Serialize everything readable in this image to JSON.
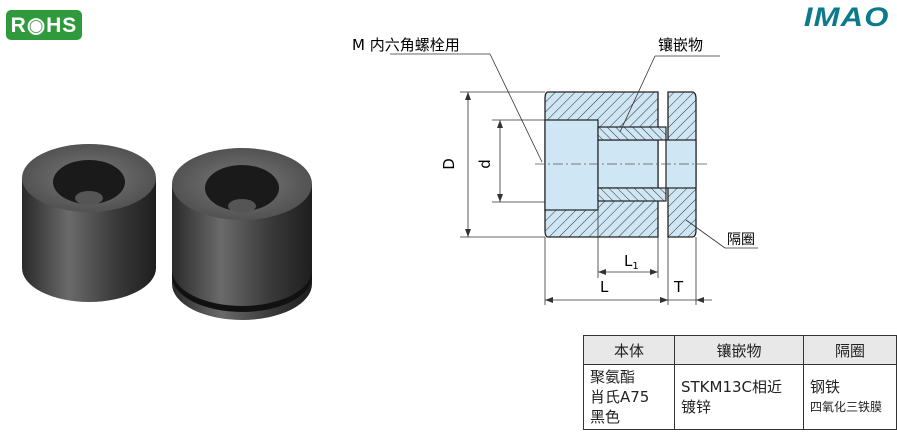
{
  "badges": {
    "rohs": "R◉HS",
    "brand": "IMAO"
  },
  "drawing": {
    "label_bolt": "M 内六角螺栓用",
    "label_insert": "镶嵌物",
    "label_spacer": "隔圈",
    "dim_D": "D",
    "dim_d": "d",
    "dim_L1": "L",
    "dim_L1_sub": "1",
    "dim_L": "L",
    "dim_T": "T"
  },
  "table": {
    "headers": [
      "本体",
      "镶嵌物",
      "隔圈"
    ],
    "body_lines": [
      "聚氨酯",
      "肖氏A75",
      "黑色"
    ],
    "insert_lines": [
      "STKM13C相近",
      "镀锌"
    ],
    "spacer_lines": [
      "钢铁",
      "四氧化三铁膜"
    ]
  },
  "colors": {
    "hatch_fill": "#cfe6f4",
    "rohs_green": "#2e9a3c",
    "imao_teal": "#0a7a8c"
  }
}
